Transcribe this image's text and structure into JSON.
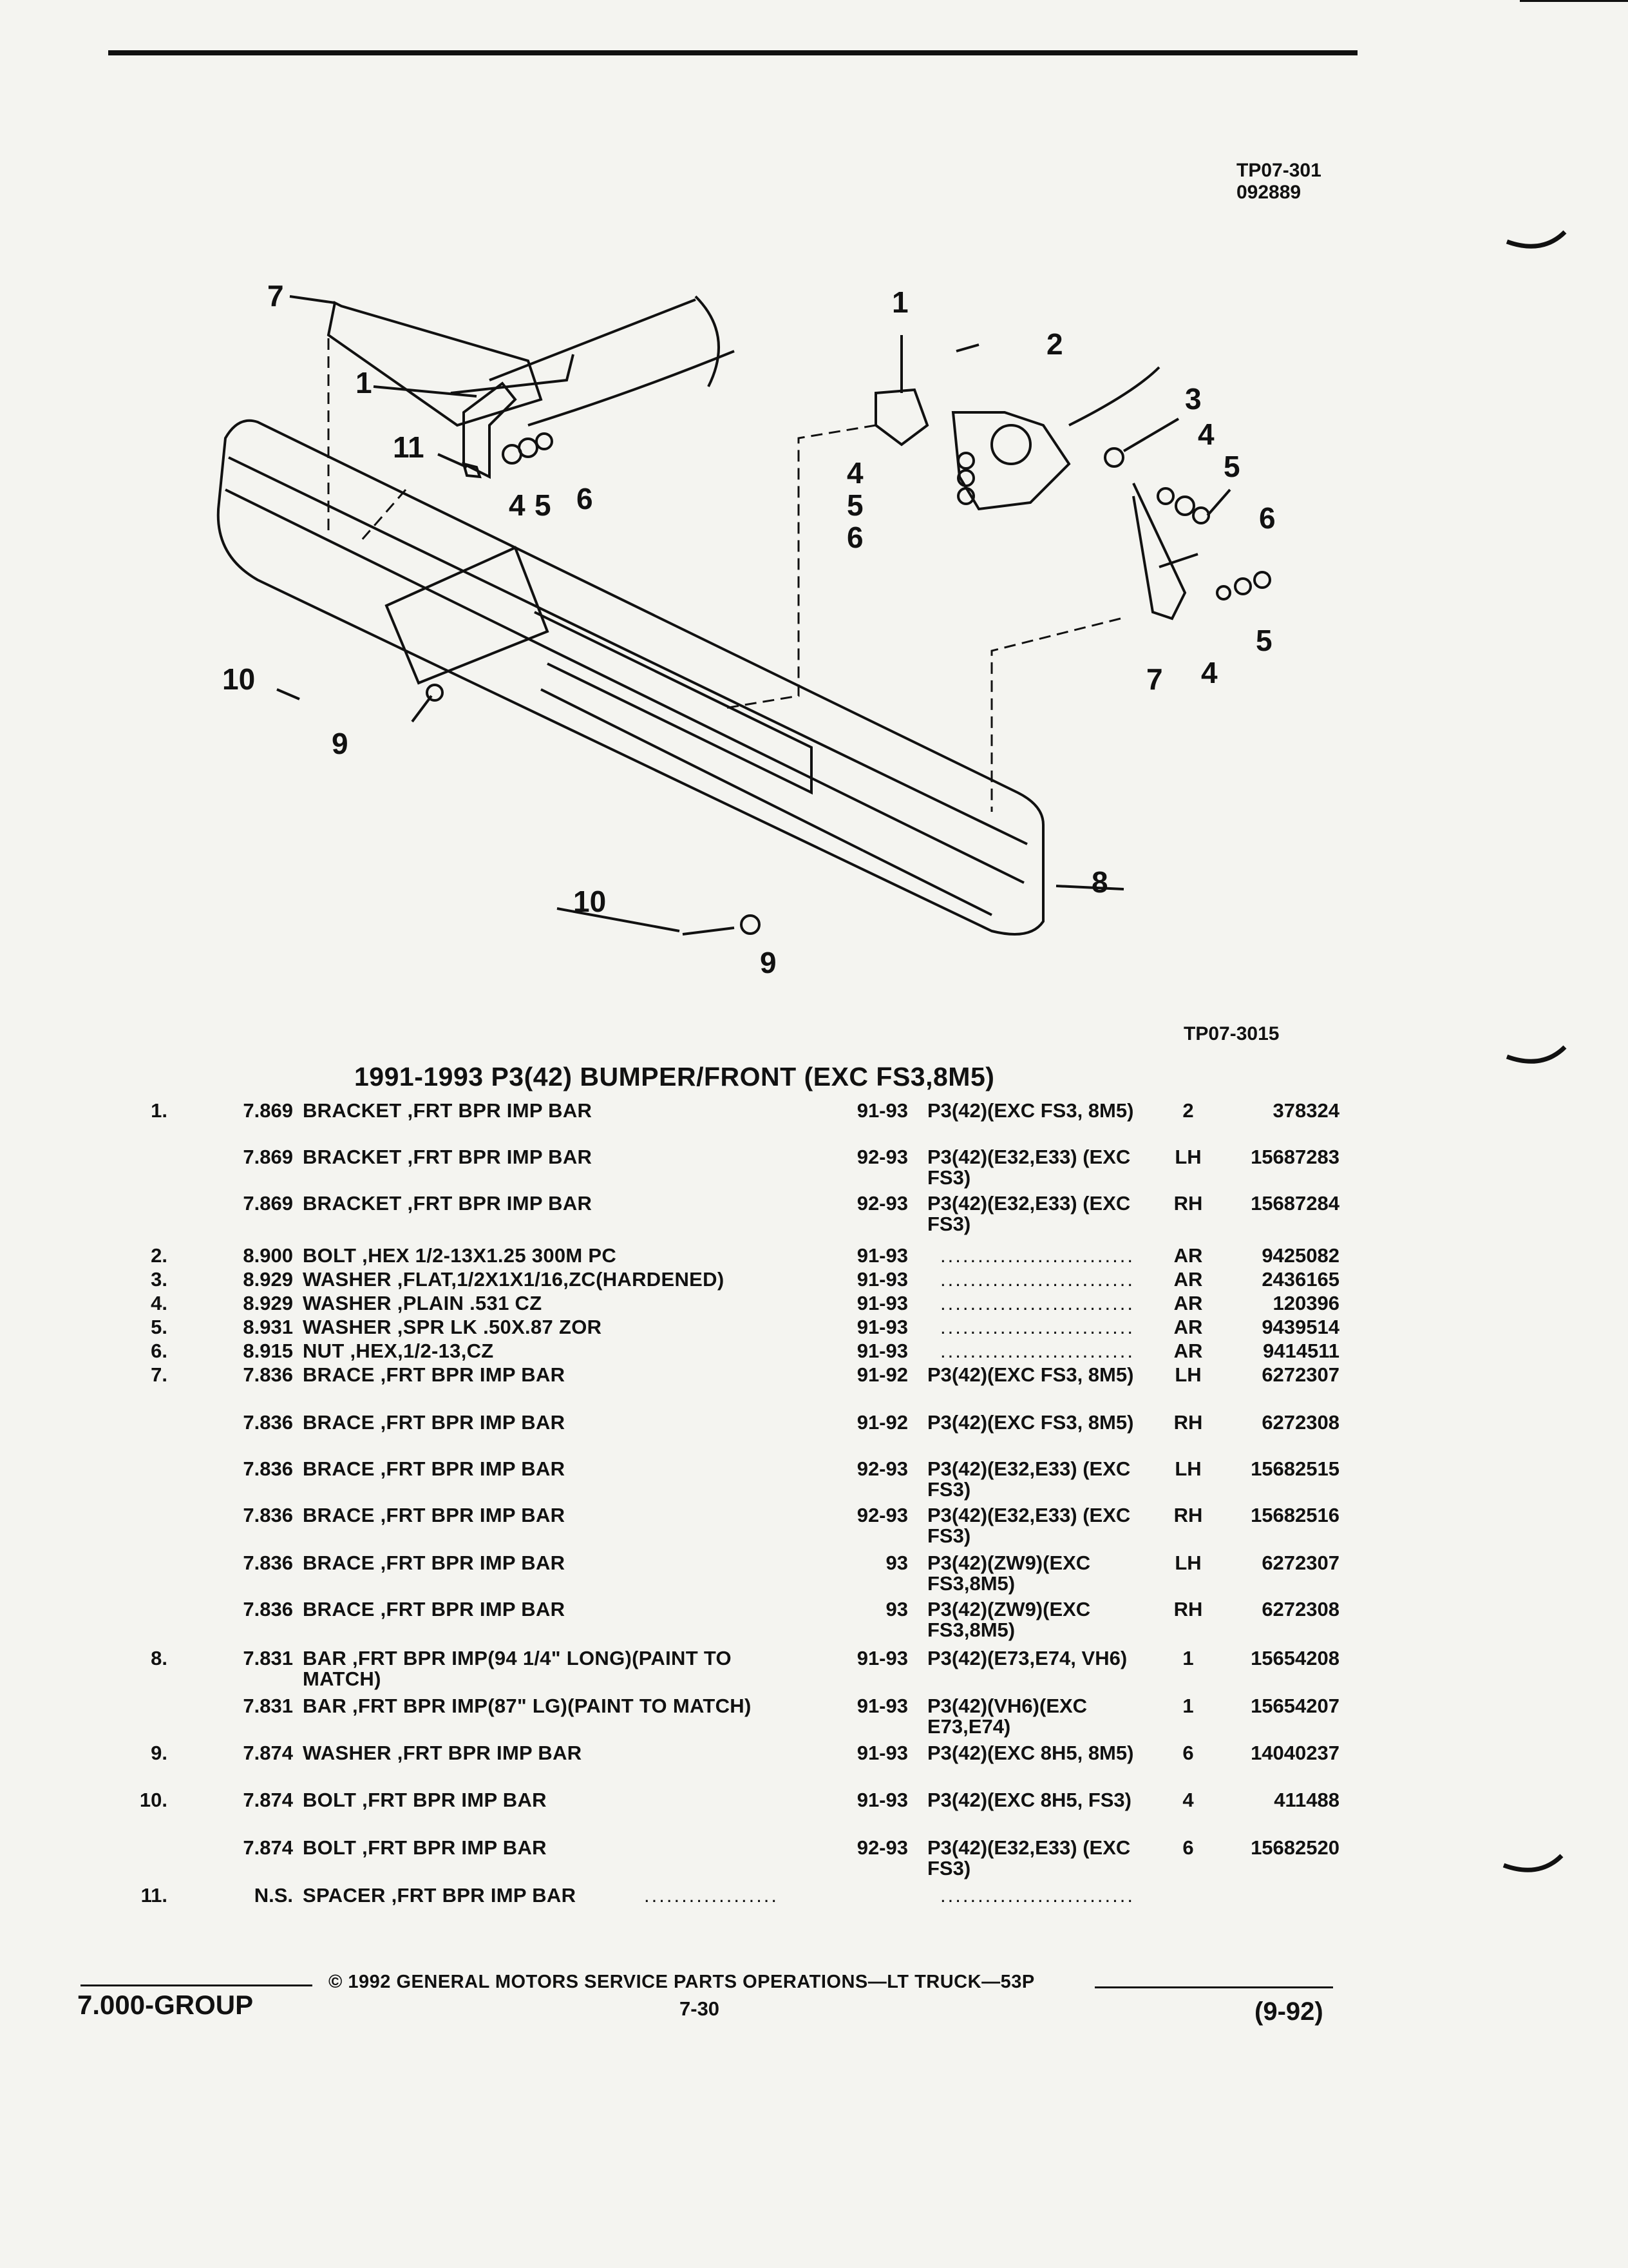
{
  "header": {
    "ref_code": "TP07-301",
    "ref_date": "092889",
    "illustration_ref": "TP07-3015"
  },
  "diagram": {
    "callouts": [
      "7",
      "1",
      "11",
      "4",
      "5",
      "6",
      "10",
      "9",
      "10",
      "9",
      "8",
      "1",
      "2",
      "3",
      "4",
      "5",
      "6",
      "4",
      "5",
      "6",
      "7",
      "4",
      "5"
    ]
  },
  "title": "1991-1993 P3(42) BUMPER/FRONT (EXC FS3,8M5)",
  "parts": [
    {
      "item": "1.",
      "group": "7.869",
      "desc": "BRACKET ,FRT BPR IMP BAR",
      "years": "91-93",
      "app": "P3(42)(EXC FS3, 8M5)",
      "qty": "2",
      "pn": "378324"
    },
    {
      "item": "",
      "group": "7.869",
      "desc": "BRACKET ,FRT BPR IMP BAR",
      "years": "92-93",
      "app": "P3(42)(E32,E33) (EXC FS3)",
      "qty": "LH",
      "pn": "15687283"
    },
    {
      "item": "",
      "group": "7.869",
      "desc": "BRACKET ,FRT BPR IMP BAR",
      "years": "92-93",
      "app": "P3(42)(E32,E33) (EXC FS3)",
      "qty": "RH",
      "pn": "15687284"
    },
    {
      "item": "2.",
      "group": "8.900",
      "desc": "BOLT ,HEX 1/2-13X1.25 300M PC",
      "years": "91-93",
      "app": "",
      "qty": "AR",
      "pn": "9425082"
    },
    {
      "item": "3.",
      "group": "8.929",
      "desc": "WASHER ,FLAT,1/2X1X1/16,ZC(HARDENED)",
      "years": "91-93",
      "app": "",
      "qty": "AR",
      "pn": "2436165"
    },
    {
      "item": "4.",
      "group": "8.929",
      "desc": "WASHER ,PLAIN .531 CZ",
      "years": "91-93",
      "app": "",
      "qty": "AR",
      "pn": "120396"
    },
    {
      "item": "5.",
      "group": "8.931",
      "desc": "WASHER ,SPR LK .50X.87 ZOR",
      "years": "91-93",
      "app": "",
      "qty": "AR",
      "pn": "9439514"
    },
    {
      "item": "6.",
      "group": "8.915",
      "desc": "NUT ,HEX,1/2-13,CZ",
      "years": "91-93",
      "app": "",
      "qty": "AR",
      "pn": "9414511"
    },
    {
      "item": "7.",
      "group": "7.836",
      "desc": "BRACE ,FRT BPR IMP BAR",
      "years": "91-92",
      "app": "P3(42)(EXC FS3, 8M5)",
      "qty": "LH",
      "pn": "6272307"
    },
    {
      "item": "",
      "group": "7.836",
      "desc": "BRACE ,FRT BPR IMP BAR",
      "years": "91-92",
      "app": "P3(42)(EXC FS3, 8M5)",
      "qty": "RH",
      "pn": "6272308"
    },
    {
      "item": "",
      "group": "7.836",
      "desc": "BRACE ,FRT BPR IMP BAR",
      "years": "92-93",
      "app": "P3(42)(E32,E33) (EXC FS3)",
      "qty": "LH",
      "pn": "15682515"
    },
    {
      "item": "",
      "group": "7.836",
      "desc": "BRACE ,FRT BPR IMP BAR",
      "years": "92-93",
      "app": "P3(42)(E32,E33) (EXC FS3)",
      "qty": "RH",
      "pn": "15682516"
    },
    {
      "item": "",
      "group": "7.836",
      "desc": "BRACE ,FRT BPR IMP BAR",
      "years": "93",
      "app": "P3(42)(ZW9)(EXC FS3,8M5)",
      "qty": "LH",
      "pn": "6272307"
    },
    {
      "item": "",
      "group": "7.836",
      "desc": "BRACE ,FRT BPR IMP BAR",
      "years": "93",
      "app": "P3(42)(ZW9)(EXC FS3,8M5)",
      "qty": "RH",
      "pn": "6272308"
    },
    {
      "item": "8.",
      "group": "7.831",
      "desc": "BAR ,FRT BPR IMP(94 1/4\" LONG)(PAINT TO MATCH)",
      "years": "91-93",
      "app": "P3(42)(E73,E74, VH6)",
      "qty": "1",
      "pn": "15654208"
    },
    {
      "item": "",
      "group": "7.831",
      "desc": "BAR ,FRT BPR IMP(87\" LG)(PAINT TO MATCH)",
      "years": "91-93",
      "app": "P3(42)(VH6)(EXC E73,E74)",
      "qty": "1",
      "pn": "15654207"
    },
    {
      "item": "9.",
      "group": "7.874",
      "desc": "WASHER ,FRT BPR IMP BAR",
      "years": "91-93",
      "app": "P3(42)(EXC 8H5, 8M5)",
      "qty": "6",
      "pn": "14040237"
    },
    {
      "item": "10.",
      "group": "7.874",
      "desc": "BOLT ,FRT BPR IMP BAR",
      "years": "91-93",
      "app": "P3(42)(EXC 8H5, FS3)",
      "qty": "4",
      "pn": "411488"
    },
    {
      "item": "",
      "group": "7.874",
      "desc": "BOLT ,FRT BPR IMP BAR",
      "years": "92-93",
      "app": "P3(42)(E32,E33) (EXC FS3)",
      "qty": "6",
      "pn": "15682520"
    },
    {
      "item": "11.",
      "group": "N.S.",
      "desc": "SPACER ,FRT BPR IMP BAR",
      "years": "",
      "app": "",
      "qty": "",
      "pn": ""
    }
  ],
  "footer": {
    "group": "7.000-GROUP",
    "copyright": "© 1992 GENERAL MOTORS SERVICE PARTS OPERATIONS—LT TRUCK—53P",
    "page": "7-30",
    "revision": "(9-92)"
  }
}
